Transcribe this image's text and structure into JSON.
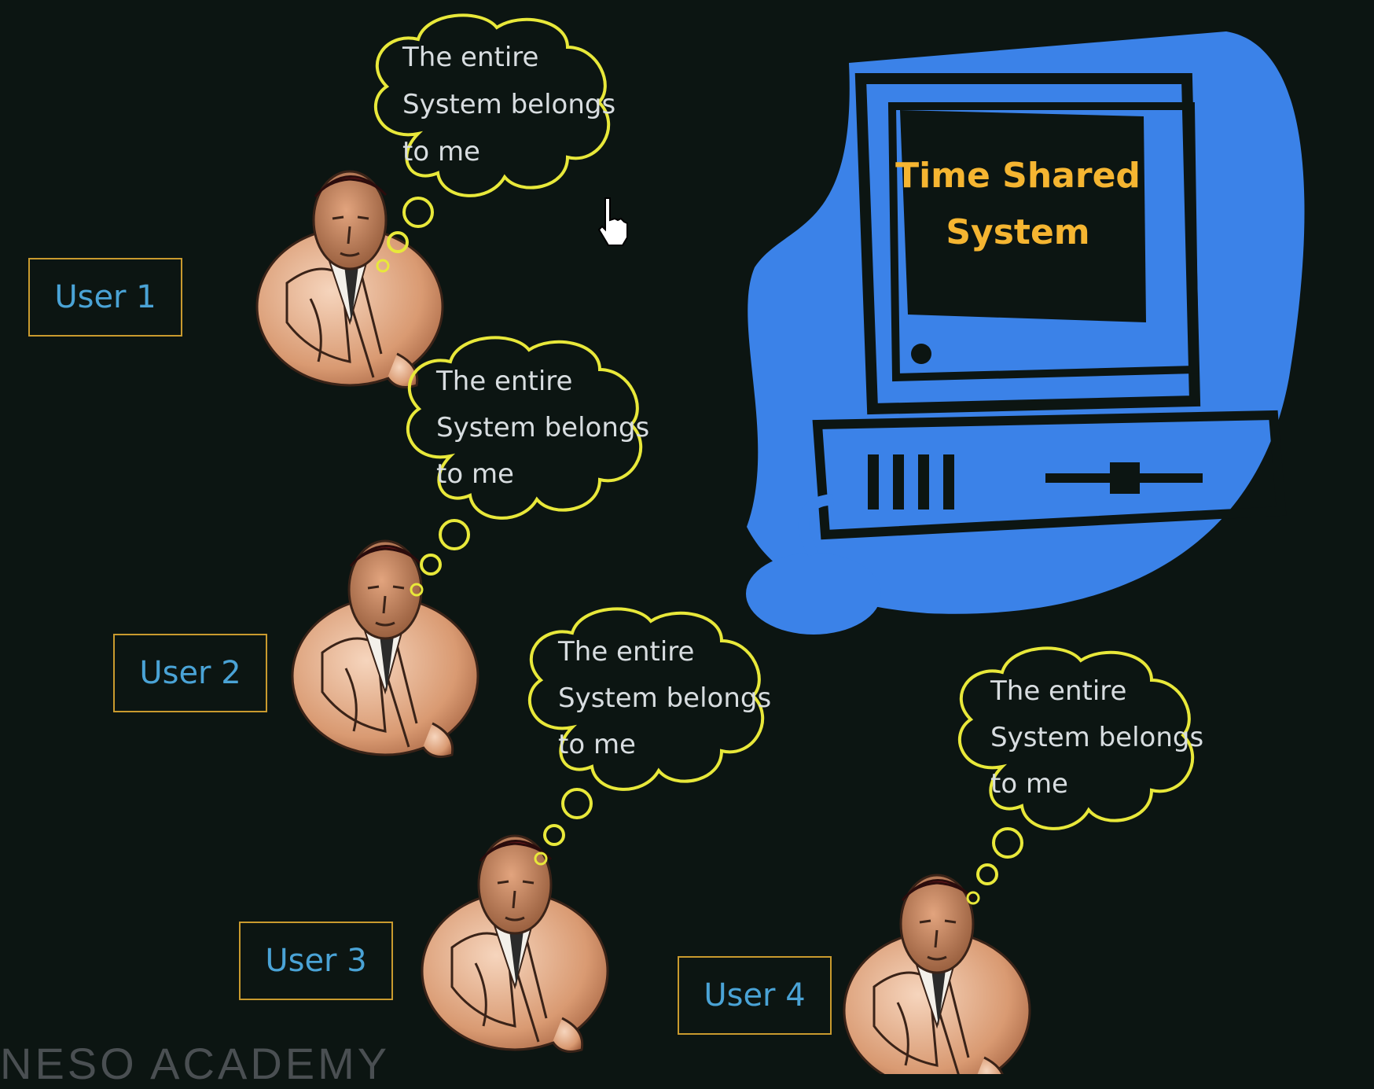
{
  "computer": {
    "screen_title_line1": "Time Shared",
    "screen_title_line2": "System"
  },
  "thought_bubble": {
    "line1": "The entire",
    "line2": "System belongs",
    "line3": "to me"
  },
  "users": [
    {
      "label": "User 1"
    },
    {
      "label": "User 2"
    },
    {
      "label": "User 3"
    },
    {
      "label": "User 4"
    }
  ],
  "watermark": "NESO ACADEMY",
  "colors": {
    "background": "#0c1512",
    "computer_blue": "#3b82e8",
    "bubble_outline": "#e8e83a",
    "box_border": "#c99a2e",
    "user_label": "#4aa3d6",
    "screen_title": "#f5b531",
    "bubble_text": "#d8dde0"
  }
}
